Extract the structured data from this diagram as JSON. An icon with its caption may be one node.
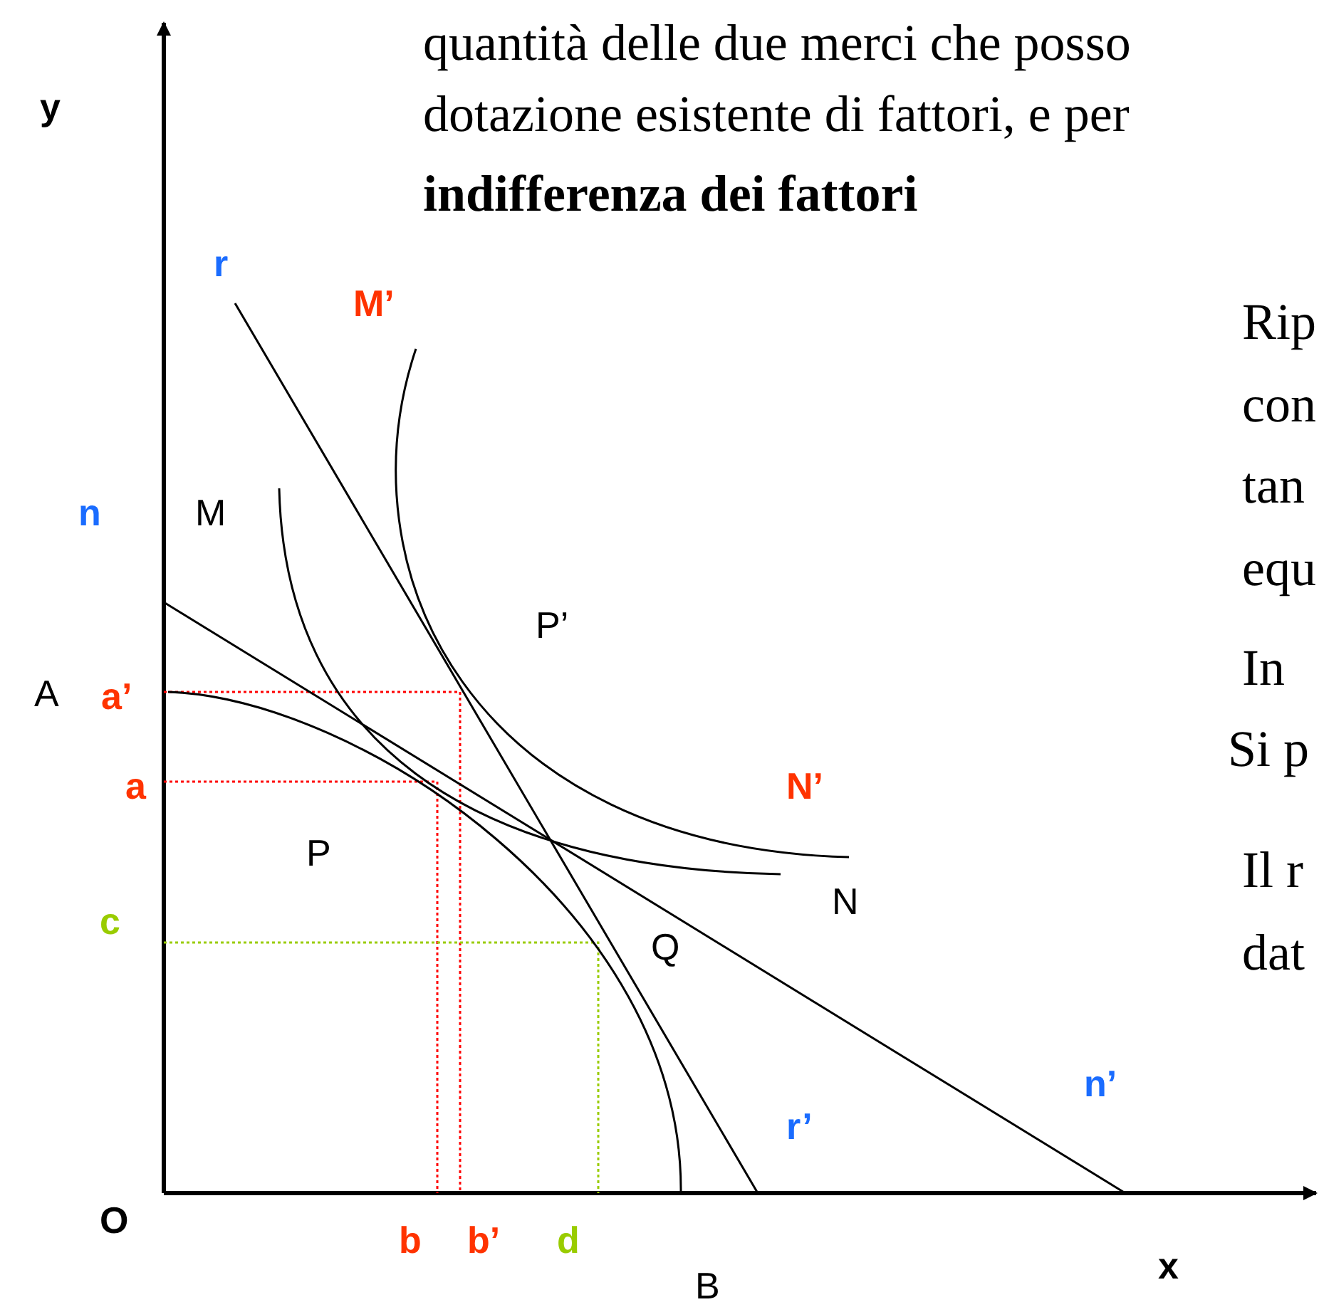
{
  "diagram": {
    "labels": [
      "quantità delle due merci che posso",
      "y",
      "dotazione esistente di fattori, e per",
      "indifferenza dei fattori",
      "r",
      "M’",
      "Rip",
      "con",
      "n",
      "M",
      "tan",
      "equ",
      "P’",
      "In",
      "A",
      "a’",
      "a",
      "N’",
      "Si p",
      "P",
      "Il r",
      "N",
      "c",
      "Q",
      "dat",
      "n’",
      "r’",
      "O",
      "b",
      "b’",
      "d",
      "x",
      "B"
    ]
  }
}
